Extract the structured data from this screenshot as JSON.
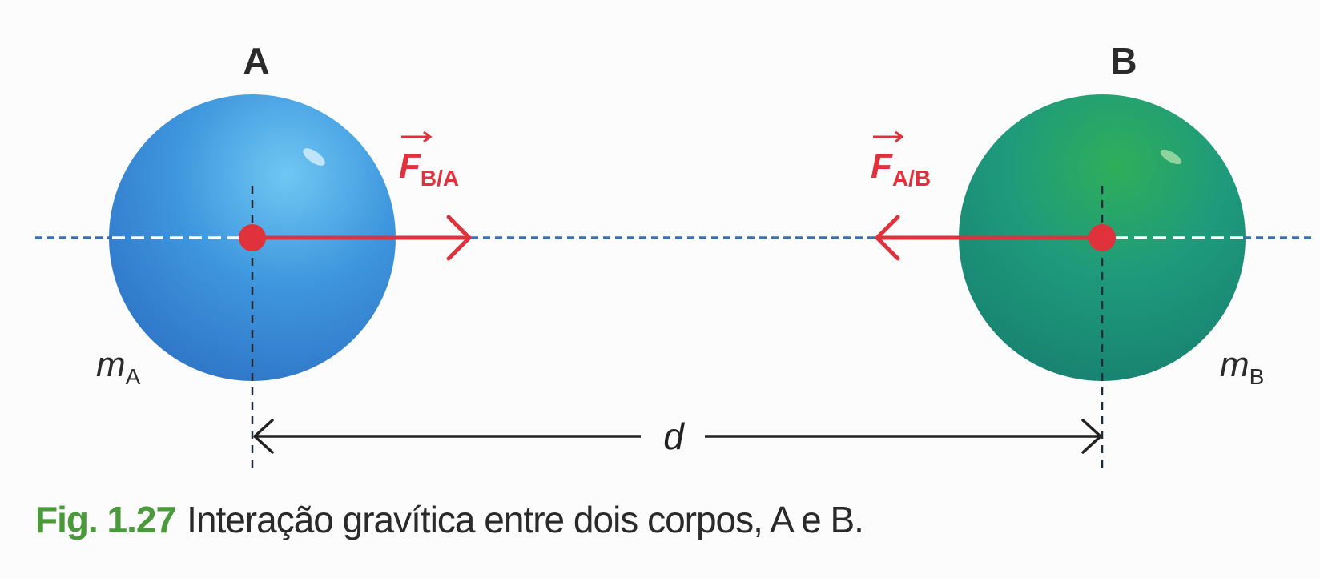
{
  "body_a": {
    "label": "A",
    "mass_symbol": "m",
    "mass_subscript": "A",
    "color": "#3c8fdc"
  },
  "body_b": {
    "label": "B",
    "mass_symbol": "m",
    "mass_subscript": "B",
    "color": "#1f9a7c"
  },
  "force_on_a": {
    "symbol": "F",
    "subscript": "B/A"
  },
  "force_on_b": {
    "symbol": "F",
    "subscript": "A/B"
  },
  "distance": {
    "symbol": "d"
  },
  "caption": {
    "figure_number": "Fig. 1.27",
    "text": "Interação gravítica entre dois corpos, A e B."
  },
  "colors": {
    "force": "#e0323c",
    "axis_line": "#3a6fb0",
    "caption_number": "#4a9a3c"
  }
}
